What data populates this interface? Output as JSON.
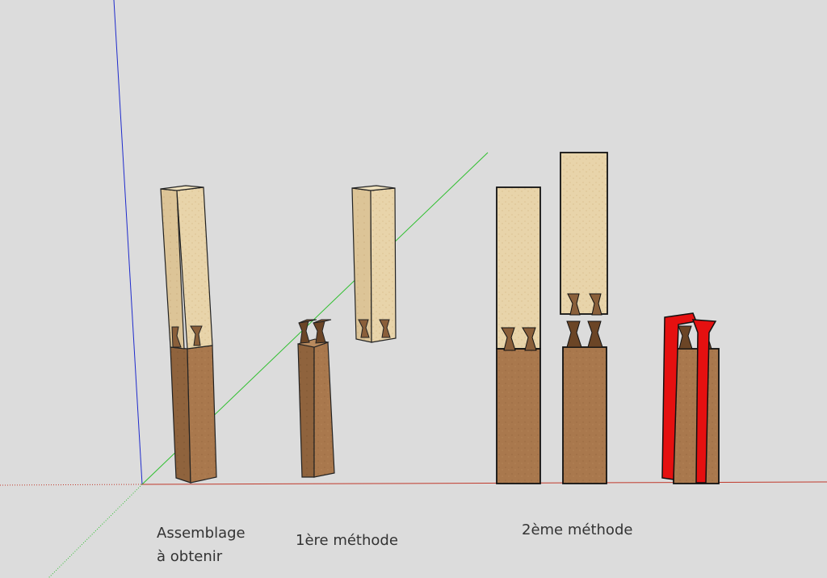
{
  "labels": {
    "target_line1": "Assemblage",
    "target_line2": "à obtenir",
    "method1": "1ère méthode",
    "method2": "2ème méthode"
  },
  "colors": {
    "background": "#dcdcdc",
    "axis_blue": "#1f2bcc",
    "axis_green": "#2fbf2f",
    "axis_red": "#c0392b",
    "light_wood": "#e8d4aa",
    "dark_wood": "#a9784d",
    "highlight": "#e51010"
  }
}
